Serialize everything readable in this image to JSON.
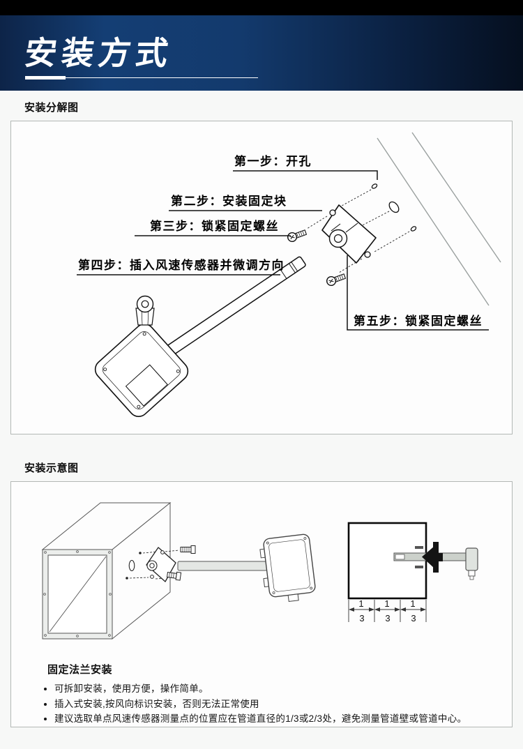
{
  "header": {
    "title": "安装方式",
    "accent_color": "#143e74"
  },
  "exploded": {
    "section_title": "安装分解图",
    "steps": [
      {
        "label": "第一步：开孔"
      },
      {
        "label": "第二步：安装固定块"
      },
      {
        "label": "第三步：锁紧固定螺丝"
      },
      {
        "label": "第四步：插入风速传感器并微调方向"
      },
      {
        "label": "第五步：锁紧固定螺丝"
      }
    ]
  },
  "schematic": {
    "section_title": "安装示意图",
    "dimensions": {
      "numerator": "1",
      "denominator": "3"
    },
    "subheading": "固定法兰安装",
    "bullets": [
      "可拆卸安装，使用方便，操作简单。",
      "插入式安装,按风向标识安装，否则无法正常使用",
      "建议选取单点风速传感器测量点的位置应在管道直径的1/3或2/3处，避免测量管道壁或管道中心。"
    ]
  }
}
